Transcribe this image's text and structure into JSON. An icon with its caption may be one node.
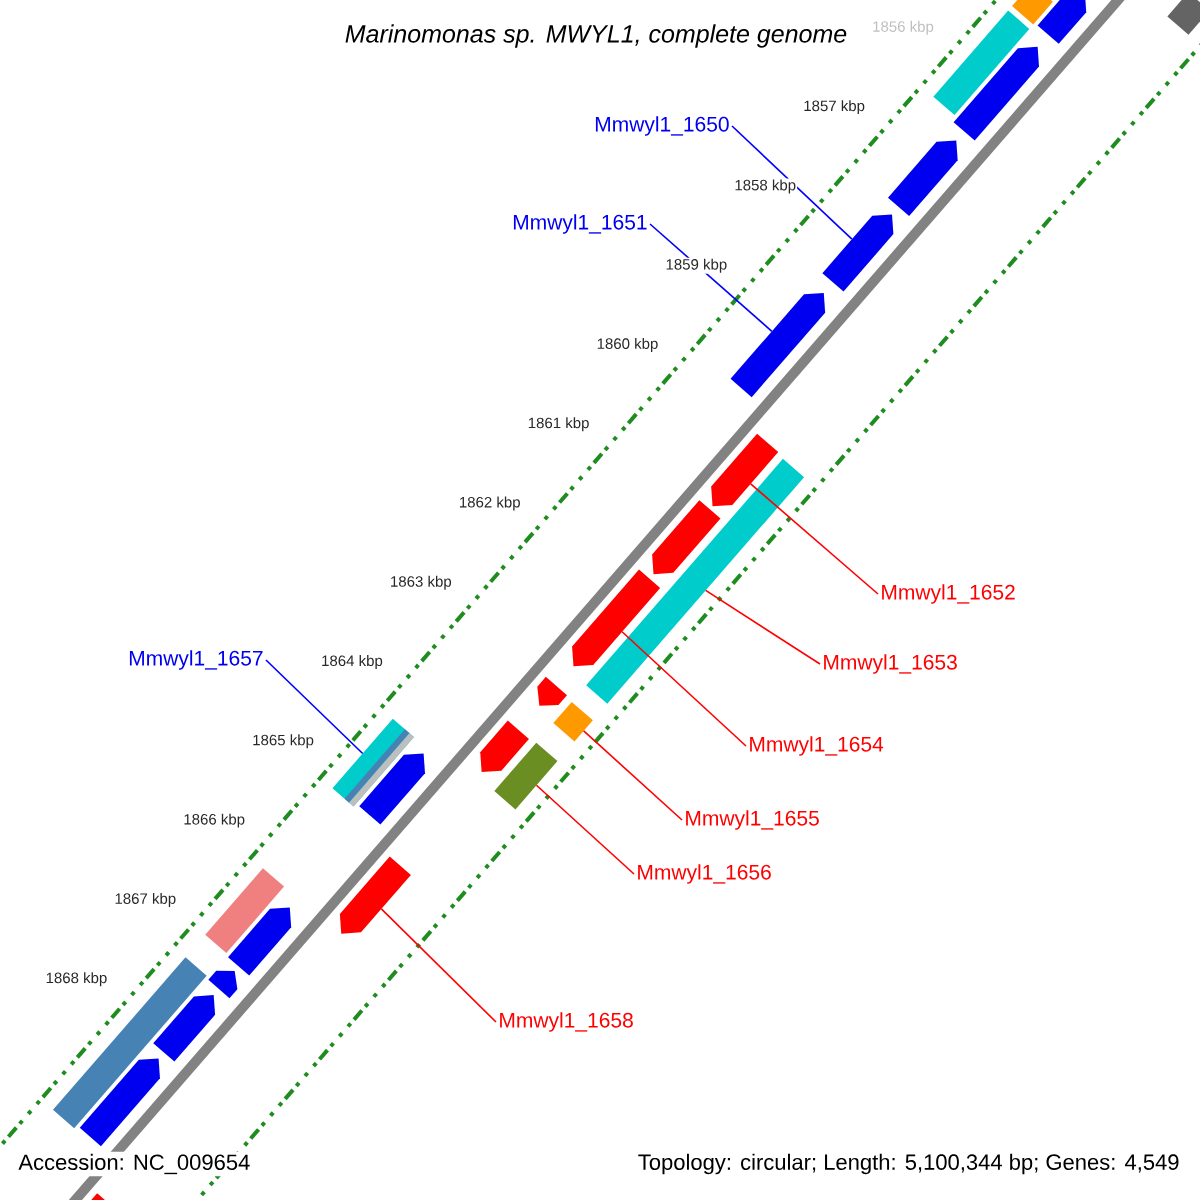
{
  "diagram": {
    "title": "Marinomonas sp. MWYL1, complete genome",
    "nodes": [
      {
        "text": [
          "Mmwyl1_1650"
        ]
      },
      {
        "text": [
          "Mmwyl1_1651"
        ]
      },
      {
        "text": [
          "Mmwyl1_1652"
        ]
      },
      {
        "text": [
          "Mmwyl1_1657"
        ]
      },
      {
        "text": [
          "Mmwyl1_1653"
        ]
      },
      {
        "text": [
          "Mmwyl1_1654"
        ]
      },
      {
        "text": [
          "Mmwyl1_1655"
        ]
      },
      {
        "text": [
          "Mmwyl1_1656"
        ]
      },
      {
        "text": [
          "Mmwyl1_1658"
        ]
      },
      {
        "text": [],
        "shape": "pentagon"
      },
      {
        "text": [],
        "shape": "bar"
      },
      {
        "text": [],
        "shape": "bar"
      },
      {
        "text": [],
        "shape": "bar"
      },
      {
        "text": [],
        "shape": "pentagon"
      },
      {
        "text": [],
        "shape": "pentagon"
      },
      {
        "text": [],
        "shape": "pentagon"
      },
      {
        "text": [],
        "shape": "pentagon"
      },
      {
        "text": [],
        "shape": "pentagon"
      },
      {
        "text": [],
        "shape": "bar"
      },
      {
        "text": [],
        "shape": "pentagon"
      },
      {
        "text": [],
        "shape": "pentagon"
      },
      {
        "text": [],
        "shape": "pentagon"
      },
      {
        "text": [],
        "shape": "bar"
      },
      {
        "text": [],
        "shape": "bar"
      },
      {
        "text": [],
        "shape": "pentagon"
      },
      {
        "text": [],
        "shape": "bar"
      },
      {
        "text": [],
        "shape": "pentagon"
      },
      {
        "text": [],
        "shape": "pentagon"
      },
      {
        "text": [],
        "shape": "bar"
      },
      {
        "text": [],
        "shape": "pentagon"
      },
      {
        "text": [],
        "shape": "pentagon"
      },
      {
        "text": [],
        "shape": "bar"
      },
      {
        "text": [],
        "shape": "pentagon"
      },
      {
        "text": [],
        "shape": "pentagon"
      },
      {
        "text": [],
        "shape": "pentagon"
      }
    ],
    "edges": [
      {
        "from": 0,
        "to": 15,
        "arrow": "none",
        "color": "#0000ff"
      },
      {
        "from": 1,
        "to": 16,
        "arrow": "none",
        "color": "#0000ff"
      },
      {
        "from": 2,
        "to": 17,
        "arrow": "none"
      },
      {
        "from": 3,
        "to": 25,
        "arrow": "none",
        "color": "#0000ff"
      },
      {
        "from": 4,
        "to": 18,
        "arrow": "none"
      },
      {
        "from": 5,
        "to": 20,
        "arrow": "none"
      },
      {
        "from": 6,
        "to": 22,
        "arrow": "none"
      },
      {
        "from": 7,
        "to": 23,
        "arrow": "none"
      },
      {
        "from": 8,
        "to": 27,
        "arrow": "none"
      }
    ],
    "labels": [
      "1856 kbp",
      "1857 kbp",
      "1858 kbp",
      "1859 kbp",
      "1860 kbp",
      "1861 kbp",
      "1862 kbp",
      "1863 kbp",
      "1864 kbp",
      "1865 kbp",
      "1866 kbp",
      "1867 kbp",
      "1868 kbp",
      "Accession: NC_009654",
      "Topology: circular; Length: 5,100,344 bp; Genes: 4,549"
    ]
  }
}
